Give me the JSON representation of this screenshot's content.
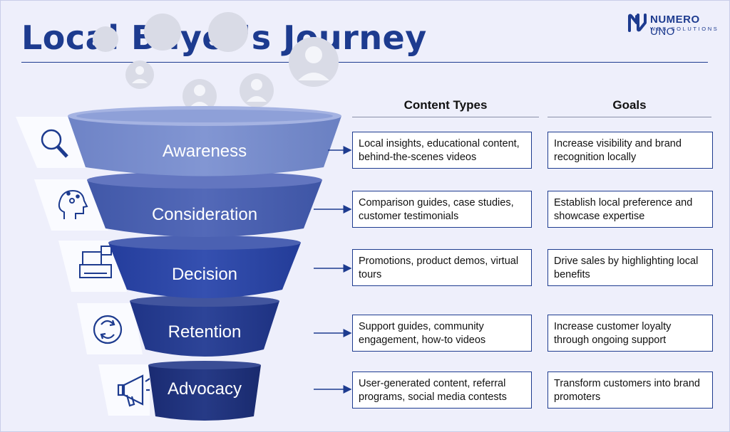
{
  "title": "Local Buyer's Journey",
  "logo": {
    "name_bold": "NUMERO",
    "name_light": "UNO",
    "tagline": "WEB SOLUTIONS"
  },
  "columns": {
    "content_types": "Content Types",
    "goals": "Goals"
  },
  "stages": [
    {
      "label": "Awareness",
      "icon": "magnifier-icon",
      "color": "#7b8fcf",
      "content": "Local insights, educational content, behind-the-scenes videos",
      "goal": "Increase visibility and brand recognition locally"
    },
    {
      "label": "Consideration",
      "icon": "ai-head-icon",
      "color": "#4f66b5",
      "content": "Comparison guides, case studies, customer testimonials",
      "goal": "Establish local preference and showcase expertise"
    },
    {
      "label": "Decision",
      "icon": "cash-register-icon",
      "color": "#2f48a8",
      "content": "Promotions, product demos, virtual tours",
      "goal": "Drive sales by highlighting local benefits"
    },
    {
      "label": "Retention",
      "icon": "refresh-icon",
      "color": "#263c90",
      "content": "Support guides, community engagement, how-to videos",
      "goal": "Increase customer loyalty through ongoing support"
    },
    {
      "label": "Advocacy",
      "icon": "megaphone-icon",
      "color": "#1f3380",
      "content": "User-generated content, referral programs, social media contests",
      "goal": "Transform customers into brand promoters"
    }
  ]
}
